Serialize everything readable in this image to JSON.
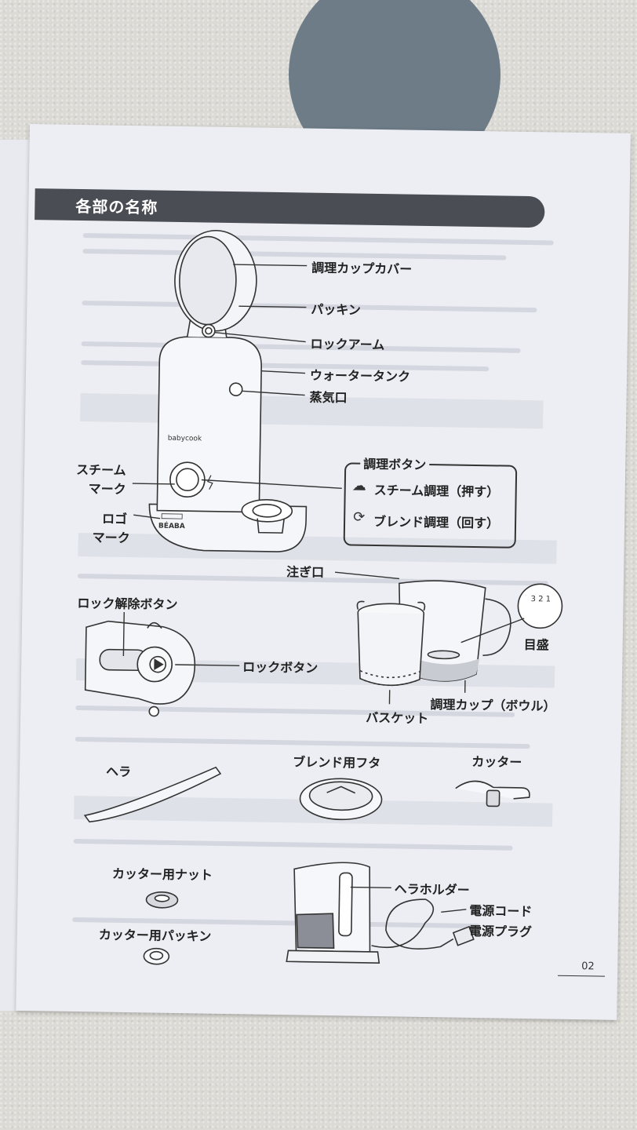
{
  "section_title": "各部の名称",
  "labels": {
    "cup_cover": "調理カップカバー",
    "gasket": "パッキン",
    "lock_arm": "ロックアーム",
    "water_tank": "ウォータータンク",
    "steam_outlet": "蒸気口",
    "steam_mark_line1": "スチーム",
    "steam_mark_line2": "マーク",
    "logo_mark_line1": "ロゴ",
    "logo_mark_line2": "マーク",
    "cook_button": "調理ボタン",
    "steam_cook": "スチーム調理（押す）",
    "blend_cook": "ブレンド調理（回す）",
    "lock_release_button": "ロック解除ボタン",
    "lock_button": "ロックボタン",
    "spout": "注ぎ口",
    "scale": "目盛",
    "cooking_cup": "調理カップ（ボウル）",
    "basket": "バスケット",
    "spatula": "ヘラ",
    "blend_lid": "ブレンド用フタ",
    "cutter": "カッター",
    "cutter_nut": "カッター用ナット",
    "cutter_gasket": "カッター用パッキン",
    "spatula_holder": "ヘラホルダー",
    "power_cord": "電源コード",
    "power_plug": "電源プラグ"
  },
  "device_text": {
    "brand_logo": "BÉABA",
    "product_name": "babycook",
    "scale_marks": "3 2 1"
  },
  "page_number": "02"
}
